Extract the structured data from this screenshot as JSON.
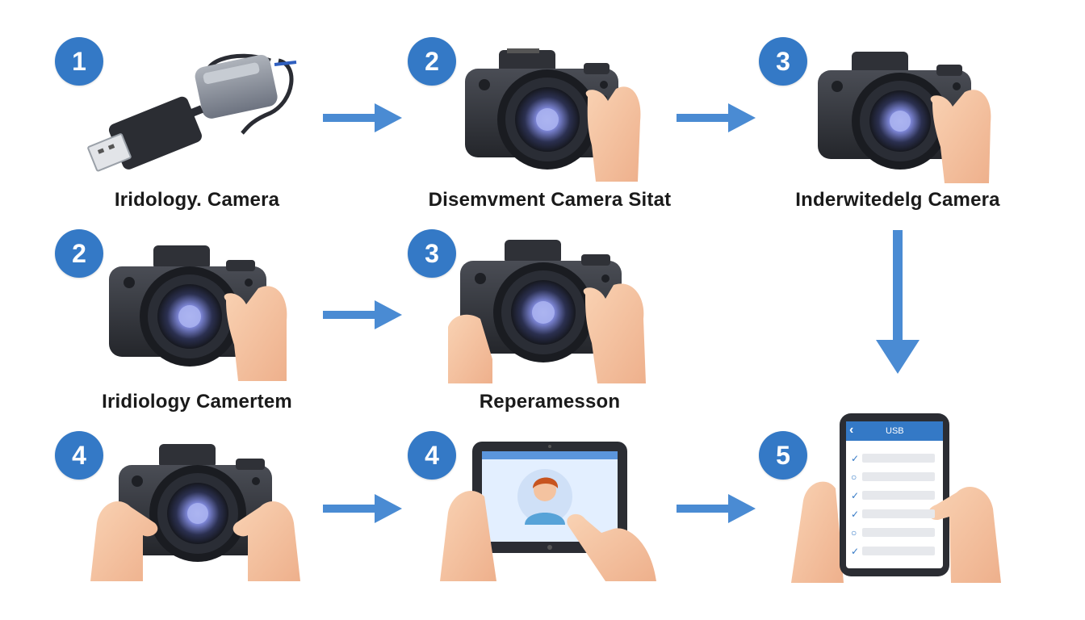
{
  "steps": [
    {
      "id": "s1",
      "badge": "1",
      "label": "Iridology. Camera",
      "illustration": "usb-cable"
    },
    {
      "id": "s2",
      "badge": "2",
      "label": "Disemvment Camera Sitat",
      "illustration": "camera-in-hand"
    },
    {
      "id": "s3",
      "badge": "3",
      "label": "Inderwitedelg Camera",
      "illustration": "camera-in-hand"
    },
    {
      "id": "s4",
      "badge": "2",
      "label": "Iridiology Camertem",
      "illustration": "camera-in-hand"
    },
    {
      "id": "s5",
      "badge": "3",
      "label": "Reperamesson",
      "illustration": "camera-two-hands"
    },
    {
      "id": "s6",
      "badge": "4",
      "label": "",
      "illustration": "camera-two-hands"
    },
    {
      "id": "s7",
      "badge": "4",
      "label": "",
      "illustration": "tablet-with-avatar"
    },
    {
      "id": "s8",
      "badge": "5",
      "label": "",
      "illustration": "phone-usb-checklist"
    }
  ],
  "phone_screen": {
    "header": "USB",
    "back_icon": "chevron-left-icon"
  },
  "colors": {
    "accent": "#3479c6",
    "arrow": "#4a8bd3",
    "camera_body": "#34363c",
    "lens": "#7a86d8",
    "skin": "#f6c6a2"
  }
}
